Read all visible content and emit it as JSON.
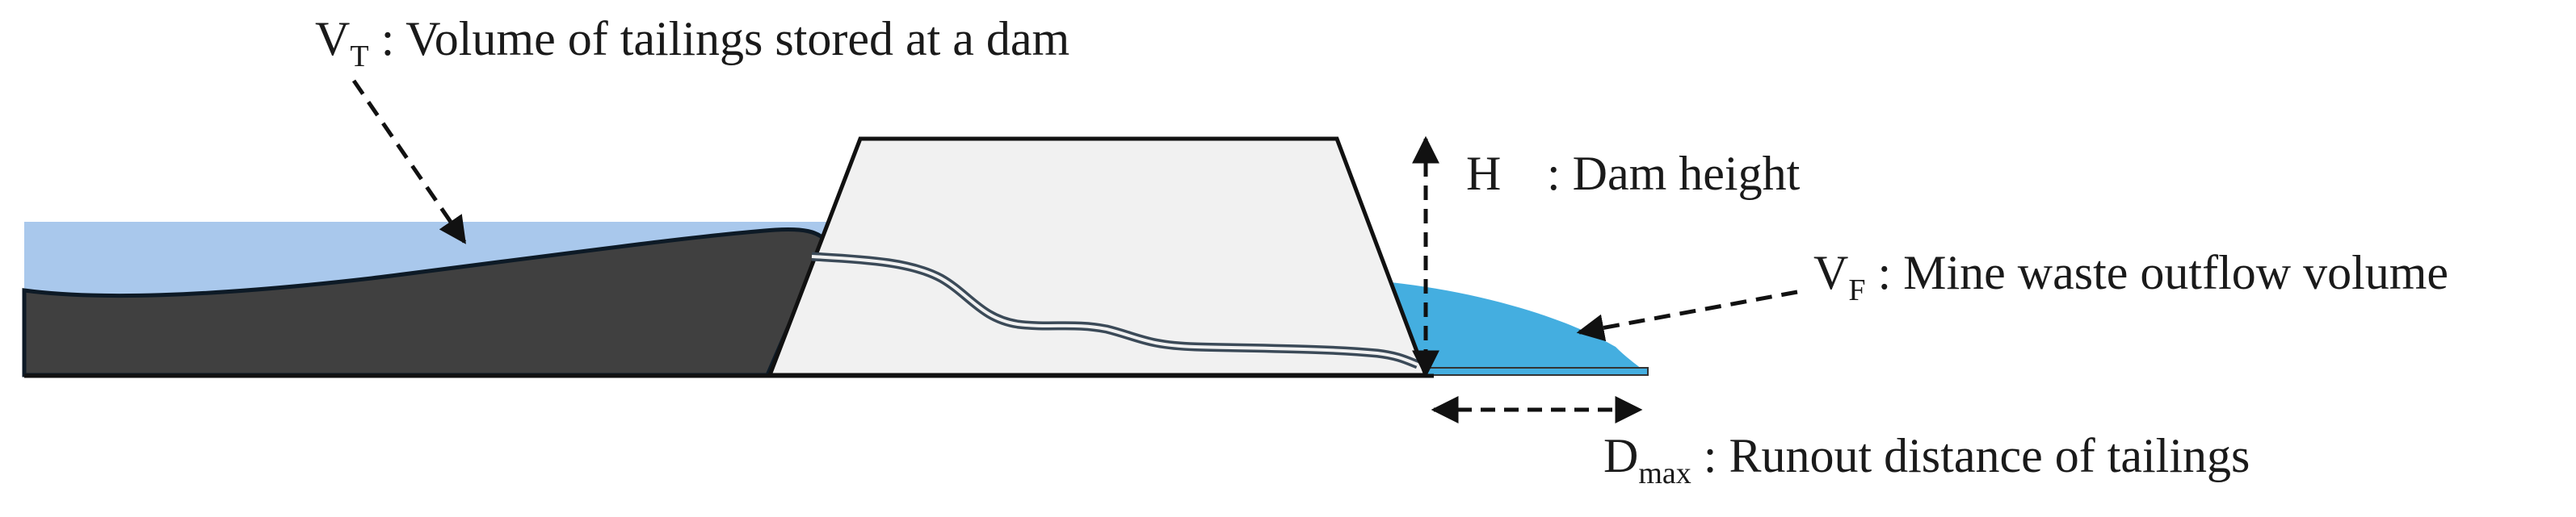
{
  "labels": {
    "vt": {
      "symbol": "V",
      "subscript": "T",
      "text": " : Volume of tailings stored at a dam"
    },
    "h": {
      "symbol": "H",
      "text": ": Dam height"
    },
    "vf": {
      "symbol": "V",
      "subscript": "F",
      "text": " : Mine waste outflow volume"
    },
    "dmax": {
      "symbol": "D",
      "subscript": "max",
      "text": " : Runout distance of tailings"
    }
  },
  "colors": {
    "water": "#a9c8ec",
    "tailings": "#404040",
    "dam_fill": "#f1f1f1",
    "outflow": "#44aee0",
    "line": "#111111"
  }
}
